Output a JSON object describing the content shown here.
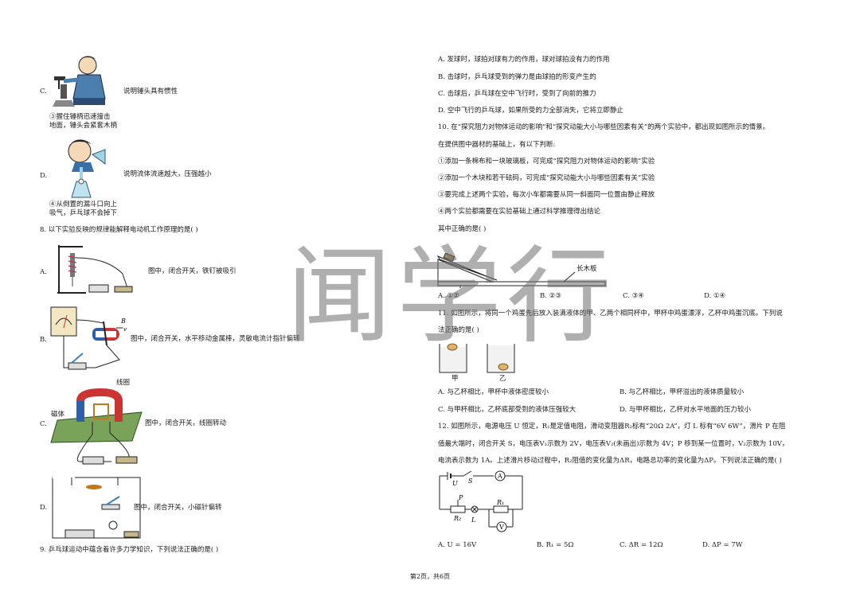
{
  "left": {
    "optC": {
      "letter": "C.",
      "desc": "说明锤头具有惯性",
      "caption1": "③握住锤柄迅速撞击",
      "caption2": "地面，锤头会紧套木柄"
    },
    "optD": {
      "letter": "D.",
      "desc": "说明流体流速越大，压强越小",
      "caption1": "④从倒置的漏斗口向上",
      "caption2": "吸气，乒乓球不会掉下"
    },
    "q8": {
      "stem": "8. 以下实验反映的规律能解释电动机工作原理的是( )",
      "A": {
        "letter": "A.",
        "desc": "图中，闭合开关，铁钉被吸引"
      },
      "B": {
        "letter": "B.",
        "desc": "图中，闭合开关，水平移动金属棒，灵敏电流计指针偏转",
        "fig_b": "B",
        "fig_v": "v"
      },
      "C": {
        "letter": "C.",
        "desc": "图中，闭合开关，线圈转动",
        "label_coil": "线圈",
        "label_magnet": "磁体"
      },
      "D": {
        "letter": "D.",
        "desc": "图中，闭合开关，小磁针偏转"
      }
    },
    "q9": {
      "stem": "9. 乒乓球运动中蕴含着许多力学知识，下列说法正确的是( )"
    }
  },
  "right": {
    "q9opts": [
      "A. 发球时，球拍对球有力的作用，球对球拍没有力的作用",
      "B. 击球时，乒乓球受到的弹力是由球拍的形变产生的",
      "C. 击球后，乒乓球在空中飞行时，受到了向前的推力",
      "D. 空中飞行的乒乓球，如果所受的力全部消失，它将立即静止"
    ],
    "q10": {
      "line1": "10. 在“探究阻力对物体运动的影响”和“探究动能大小与哪些因素有关”的两个实验中，都出现如图所示的情景。",
      "line2": "在提供图中器材的基础上，有以下判断:",
      "s1": "①添加一条棉布和一块玻璃板，可完成“探究阻力对物体运动的影响”实验",
      "s2": "②添加一个木块和若干砝码，可完成“探究动能大小与哪些因素有关”实验",
      "s3": "③要完成上述两个实验，每次小车都需要从同一斜面同一位置由静止释放",
      "s4": "④两个实验都需要在实验基础上通过科学推理得出结论",
      "ask": "其中正确的是(    )",
      "fig_label": "长木板",
      "opts": [
        "A. ①②",
        "B. ②③",
        "C. ③④",
        "D. ①④"
      ]
    },
    "q11": {
      "line1": "11. 如图所示，将同一个鸡蛋先后放入装满液体的甲、乙两个相同杯中，甲杯中鸡蛋漂浮，乙杯中鸡蛋沉底。下列说",
      "line2": "法正确的是(    )",
      "cup1": "甲",
      "cup2": "乙",
      "opts": [
        "A. 与乙杯相比，甲杯中液体密度较小",
        "B. 与乙杯相比，甲杯溢出的液体质量较小",
        "C. 与甲杯相比，乙杯底部受到的液体压强较大",
        "D. 与甲杯相比，乙杯对水平地面的压力较小"
      ]
    },
    "q12": {
      "line1": "12. 如图所示，电源电压 U 恒定，R₁是定值电阻，滑动变阻器R₂标有“20Ω 2A”，灯 L 标有“6V 6W”，滑片 P 在阻",
      "line2": "值最大端时，闭合开关 S，电压表V₁示数为 2V，电压表V₂(未画出)示数为 4V；P 移到某一位置时，V₂示数为 10V，",
      "line3": "电流表示数为 1A。上述滑片移动过程中，R₂阻值的变化量为ΔR，电路总功率的变化量为ΔP。下列说法正确的是(    )",
      "fig": {
        "U": "U",
        "S": "S",
        "A": "A",
        "P": "P",
        "R1": "R₁",
        "R2": "R₂",
        "L": "L",
        "V": "V"
      },
      "opts": [
        "A. U = 16V",
        "B. R₁ = 5Ω",
        "C. ΔR = 12Ω",
        "D. ΔP = 7W"
      ]
    }
  },
  "watermark": "闻学行",
  "footer": "第2页，共6页"
}
